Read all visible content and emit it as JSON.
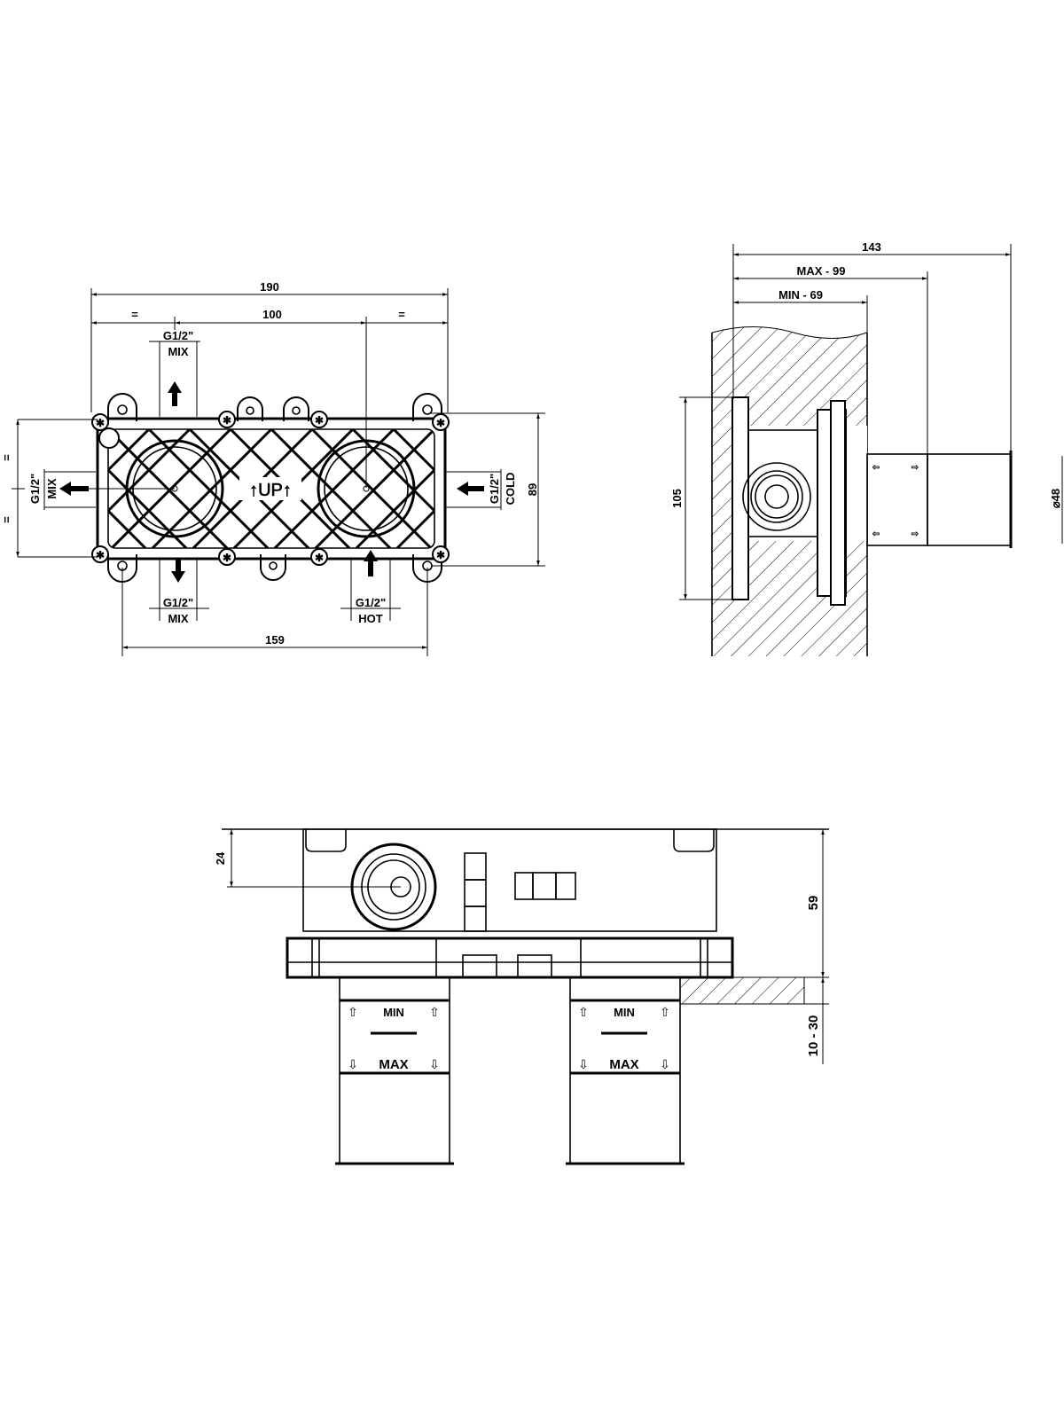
{
  "front_view": {
    "overall_width": "190",
    "center_distance": "100",
    "equal_left": "=",
    "equal_right": "=",
    "equal_v_top": "=",
    "equal_v_bottom": "=",
    "mount_height": "89",
    "mount_width": "159",
    "up_label": "↑UP↑",
    "top_port": {
      "size": "G1/2\"",
      "name": "MIX"
    },
    "bottom_left_port": {
      "size": "G1/2\"",
      "name": "MIX"
    },
    "bottom_right_port": {
      "size": "G1/2\"",
      "name": "HOT"
    },
    "left_port": {
      "size": "G1/2\"",
      "name": "MIX"
    },
    "right_port": {
      "size": "G1/2\"",
      "name": "COLD"
    }
  },
  "side_view": {
    "total_depth": "143",
    "max_depth": "MAX - 99",
    "min_depth": "MIN - 69",
    "height": "105",
    "diameter": "⌀48"
  },
  "top_view": {
    "offset": "24",
    "height": "59",
    "range": "10 - 30",
    "min_label": "MIN",
    "max_label": "MAX"
  }
}
